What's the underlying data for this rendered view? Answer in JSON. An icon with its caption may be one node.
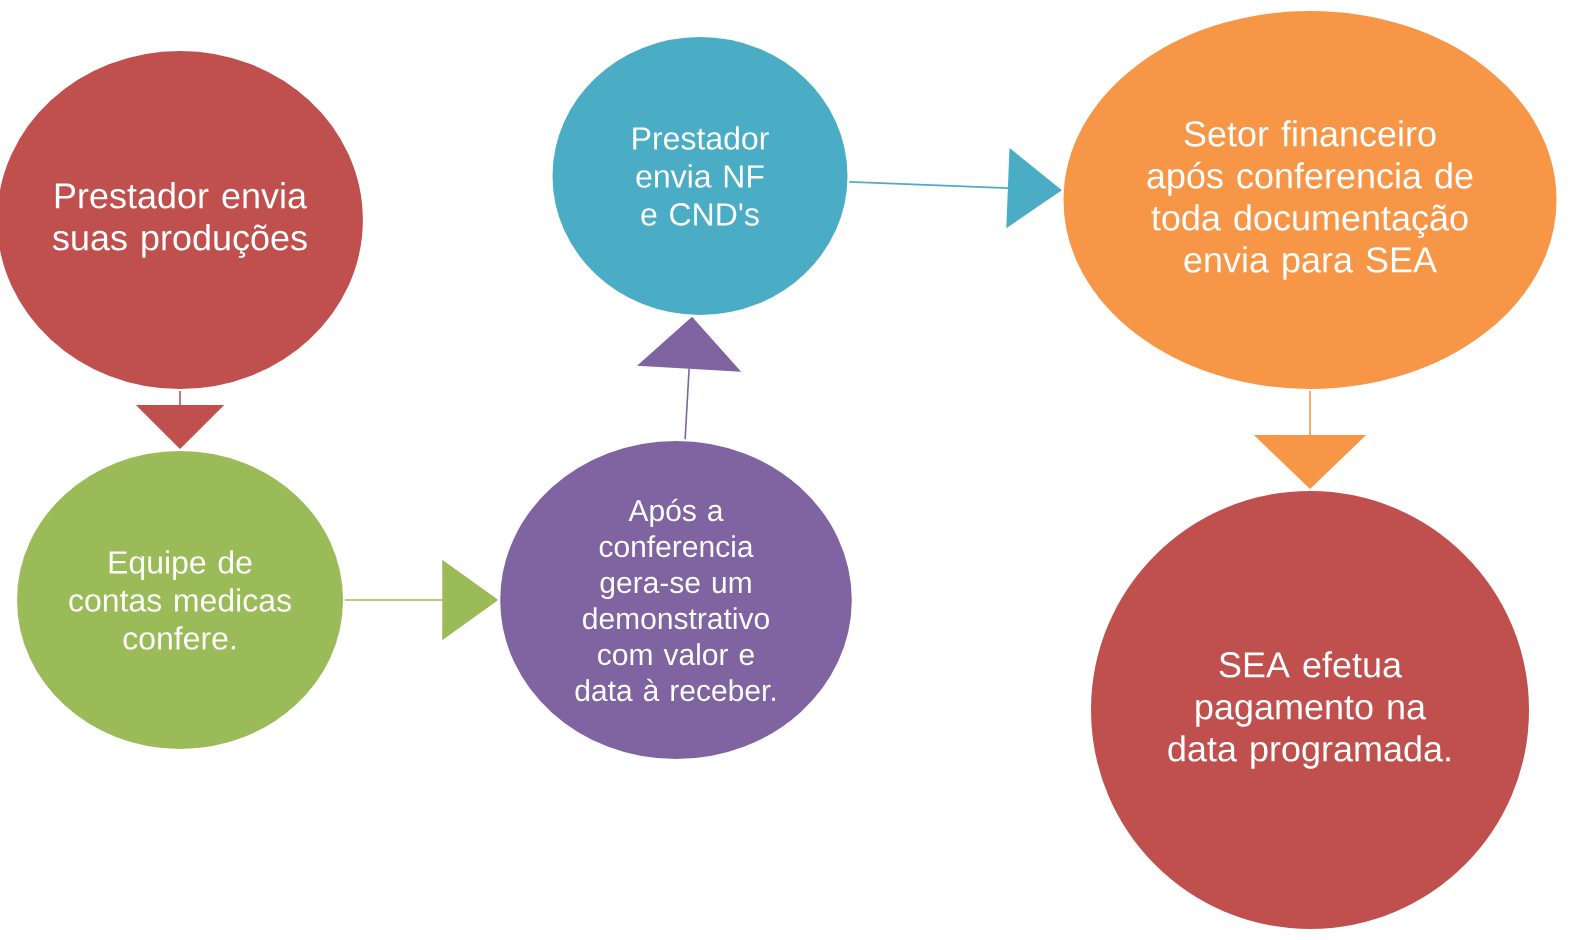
{
  "diagram": {
    "nodes": [
      {
        "text": [
          "Prestador envia suas produções"
        ]
      },
      {
        "text": [
          "Equipe de contas medicas confere."
        ]
      },
      {
        "text": [
          "Após a conferencia gera-se um demonstrativo com valor e data à receber."
        ]
      },
      {
        "text": [
          "Prestador envia NF e CND's"
        ]
      },
      {
        "text": [
          "Setor financeiro após conferencia de toda documentação envia para SEA"
        ]
      },
      {
        "text": [
          "SEA efetua pagamento na data programada."
        ]
      }
    ],
    "edges": [
      {
        "from": 0,
        "to": 1,
        "arrow": "to",
        "color": "#c0504d"
      },
      {
        "from": 1,
        "to": 2,
        "arrow": "to",
        "color": "#9bbb59"
      },
      {
        "from": 2,
        "to": 3,
        "arrow": "to",
        "color": "#8064a2"
      },
      {
        "from": 3,
        "to": 4,
        "arrow": "to",
        "color": "#4bacc6"
      },
      {
        "from": 4,
        "to": 5,
        "arrow": "to",
        "color": "#f79646"
      }
    ]
  }
}
